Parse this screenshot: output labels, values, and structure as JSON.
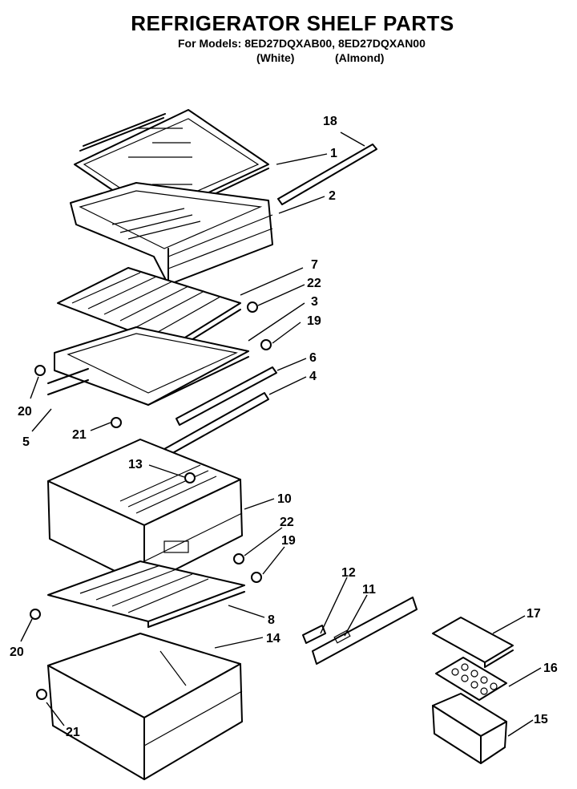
{
  "header": {
    "title": "REFRIGERATOR SHELF PARTS",
    "models": "For Models: 8ED27DQXAB00, 8ED27DQXAN00",
    "finish_white": "(White)",
    "finish_almond": "(Almond)"
  },
  "callouts": {
    "c18": "18",
    "c1": "1",
    "c2": "2",
    "c7": "7",
    "c22a": "22",
    "c3": "3",
    "c19a": "19",
    "c6": "6",
    "c4": "4",
    "c20a": "20",
    "c5": "5",
    "c21a": "21",
    "c13": "13",
    "c10": "10",
    "c22b": "22",
    "c19b": "19",
    "c12": "12",
    "c11": "11",
    "c8": "8",
    "c20b": "20",
    "c14": "14",
    "c17": "17",
    "c16": "16",
    "c15": "15",
    "c21b": "21"
  }
}
